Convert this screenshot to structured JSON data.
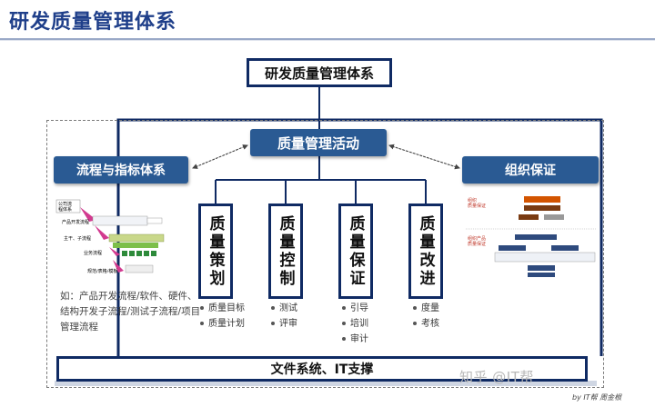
{
  "title": "研发质量管理体系",
  "top_box": "研发质量管理体系",
  "center_box": "质量管理活动",
  "left_box": "流程与指标体系",
  "right_box": "组织保证",
  "columns": [
    {
      "label": "质量策划",
      "items": [
        "质量目标",
        "质量计划"
      ]
    },
    {
      "label": "质量控制",
      "items": [
        "测试",
        "评审"
      ]
    },
    {
      "label": "质量保证",
      "items": [
        "引导",
        "培训",
        "审计"
      ]
    },
    {
      "label": "质量改进",
      "items": [
        "度量",
        "考核"
      ]
    }
  ],
  "note": "如：产品开发流程/软件、硬件、结构开发子流程/测试子流程/项目管理流程",
  "bottom_bar": "文件系统、IT支撑",
  "watermark": "知乎 @IT帮",
  "credit": "by IT帮 周金根",
  "left_thumb": {
    "l1": "公司流",
    "l2": "程体系",
    "l3": "产品开发流程",
    "l4": "主干、子流程",
    "l5": "业务流程",
    "l6": "规范/表格/模板"
  },
  "right_thumb": {
    "a": "组织",
    "b": "质量保证",
    "c": "组织产品",
    "d": "质量保证"
  },
  "colors": {
    "navy": "#0f2a63",
    "pill": "#2a5a93",
    "title": "#1f3f8a"
  }
}
